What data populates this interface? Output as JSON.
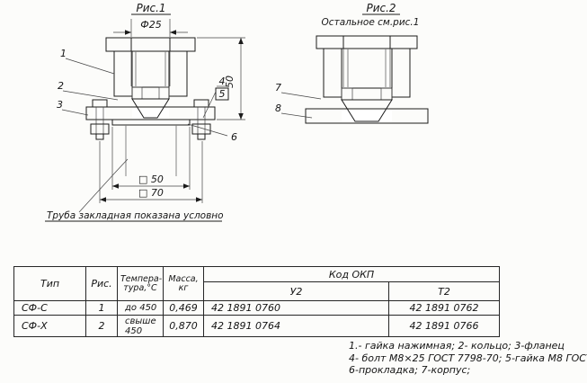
{
  "fig1": {
    "title": "Рис.1",
    "dim_phi25": "Ф25",
    "dim_50": "50",
    "dim_sq50": "□ 50",
    "dim_sq70": "□ 70",
    "callout_1": "1",
    "callout_2": "2",
    "callout_3": "3",
    "callout_4": "4",
    "callout_5": "5",
    "callout_6": "6",
    "note": "Труба закладная показана условно"
  },
  "fig2": {
    "title": "Рис.2",
    "subtitle": "Остальное см.рис.1",
    "callout_7": "7",
    "callout_8": "8"
  },
  "table": {
    "col_type": "Тип",
    "col_fig": "Рис.",
    "col_temp_line1": "Темпера-",
    "col_temp_line2": "тура,°С",
    "col_mass_line1": "Масса,",
    "col_mass_line2": "кг",
    "col_okp": "Код ОКП",
    "col_u2": "У2",
    "col_t2": "Т2",
    "rows": [
      {
        "type": "СФ-С",
        "fig": "1",
        "temp": "до 450",
        "mass": "0,469",
        "okp_u2": "42 1891 0760",
        "okp_t2": "42 1891 0762"
      },
      {
        "type": "СФ-Х",
        "fig": "2",
        "temp": "свыше 450",
        "mass": "0,870",
        "okp_u2": "42 1891 0764",
        "okp_t2": "42 1891 0766"
      }
    ]
  },
  "legend": {
    "line1": "1.- гайка нажимная;  2- кольцо;  3-фланец",
    "line2": "4- болт М8×25 ГОСТ 7798-70;  5-гайка М8 ГОСТ",
    "line3": "6-прокладка;  7-корпус;"
  }
}
